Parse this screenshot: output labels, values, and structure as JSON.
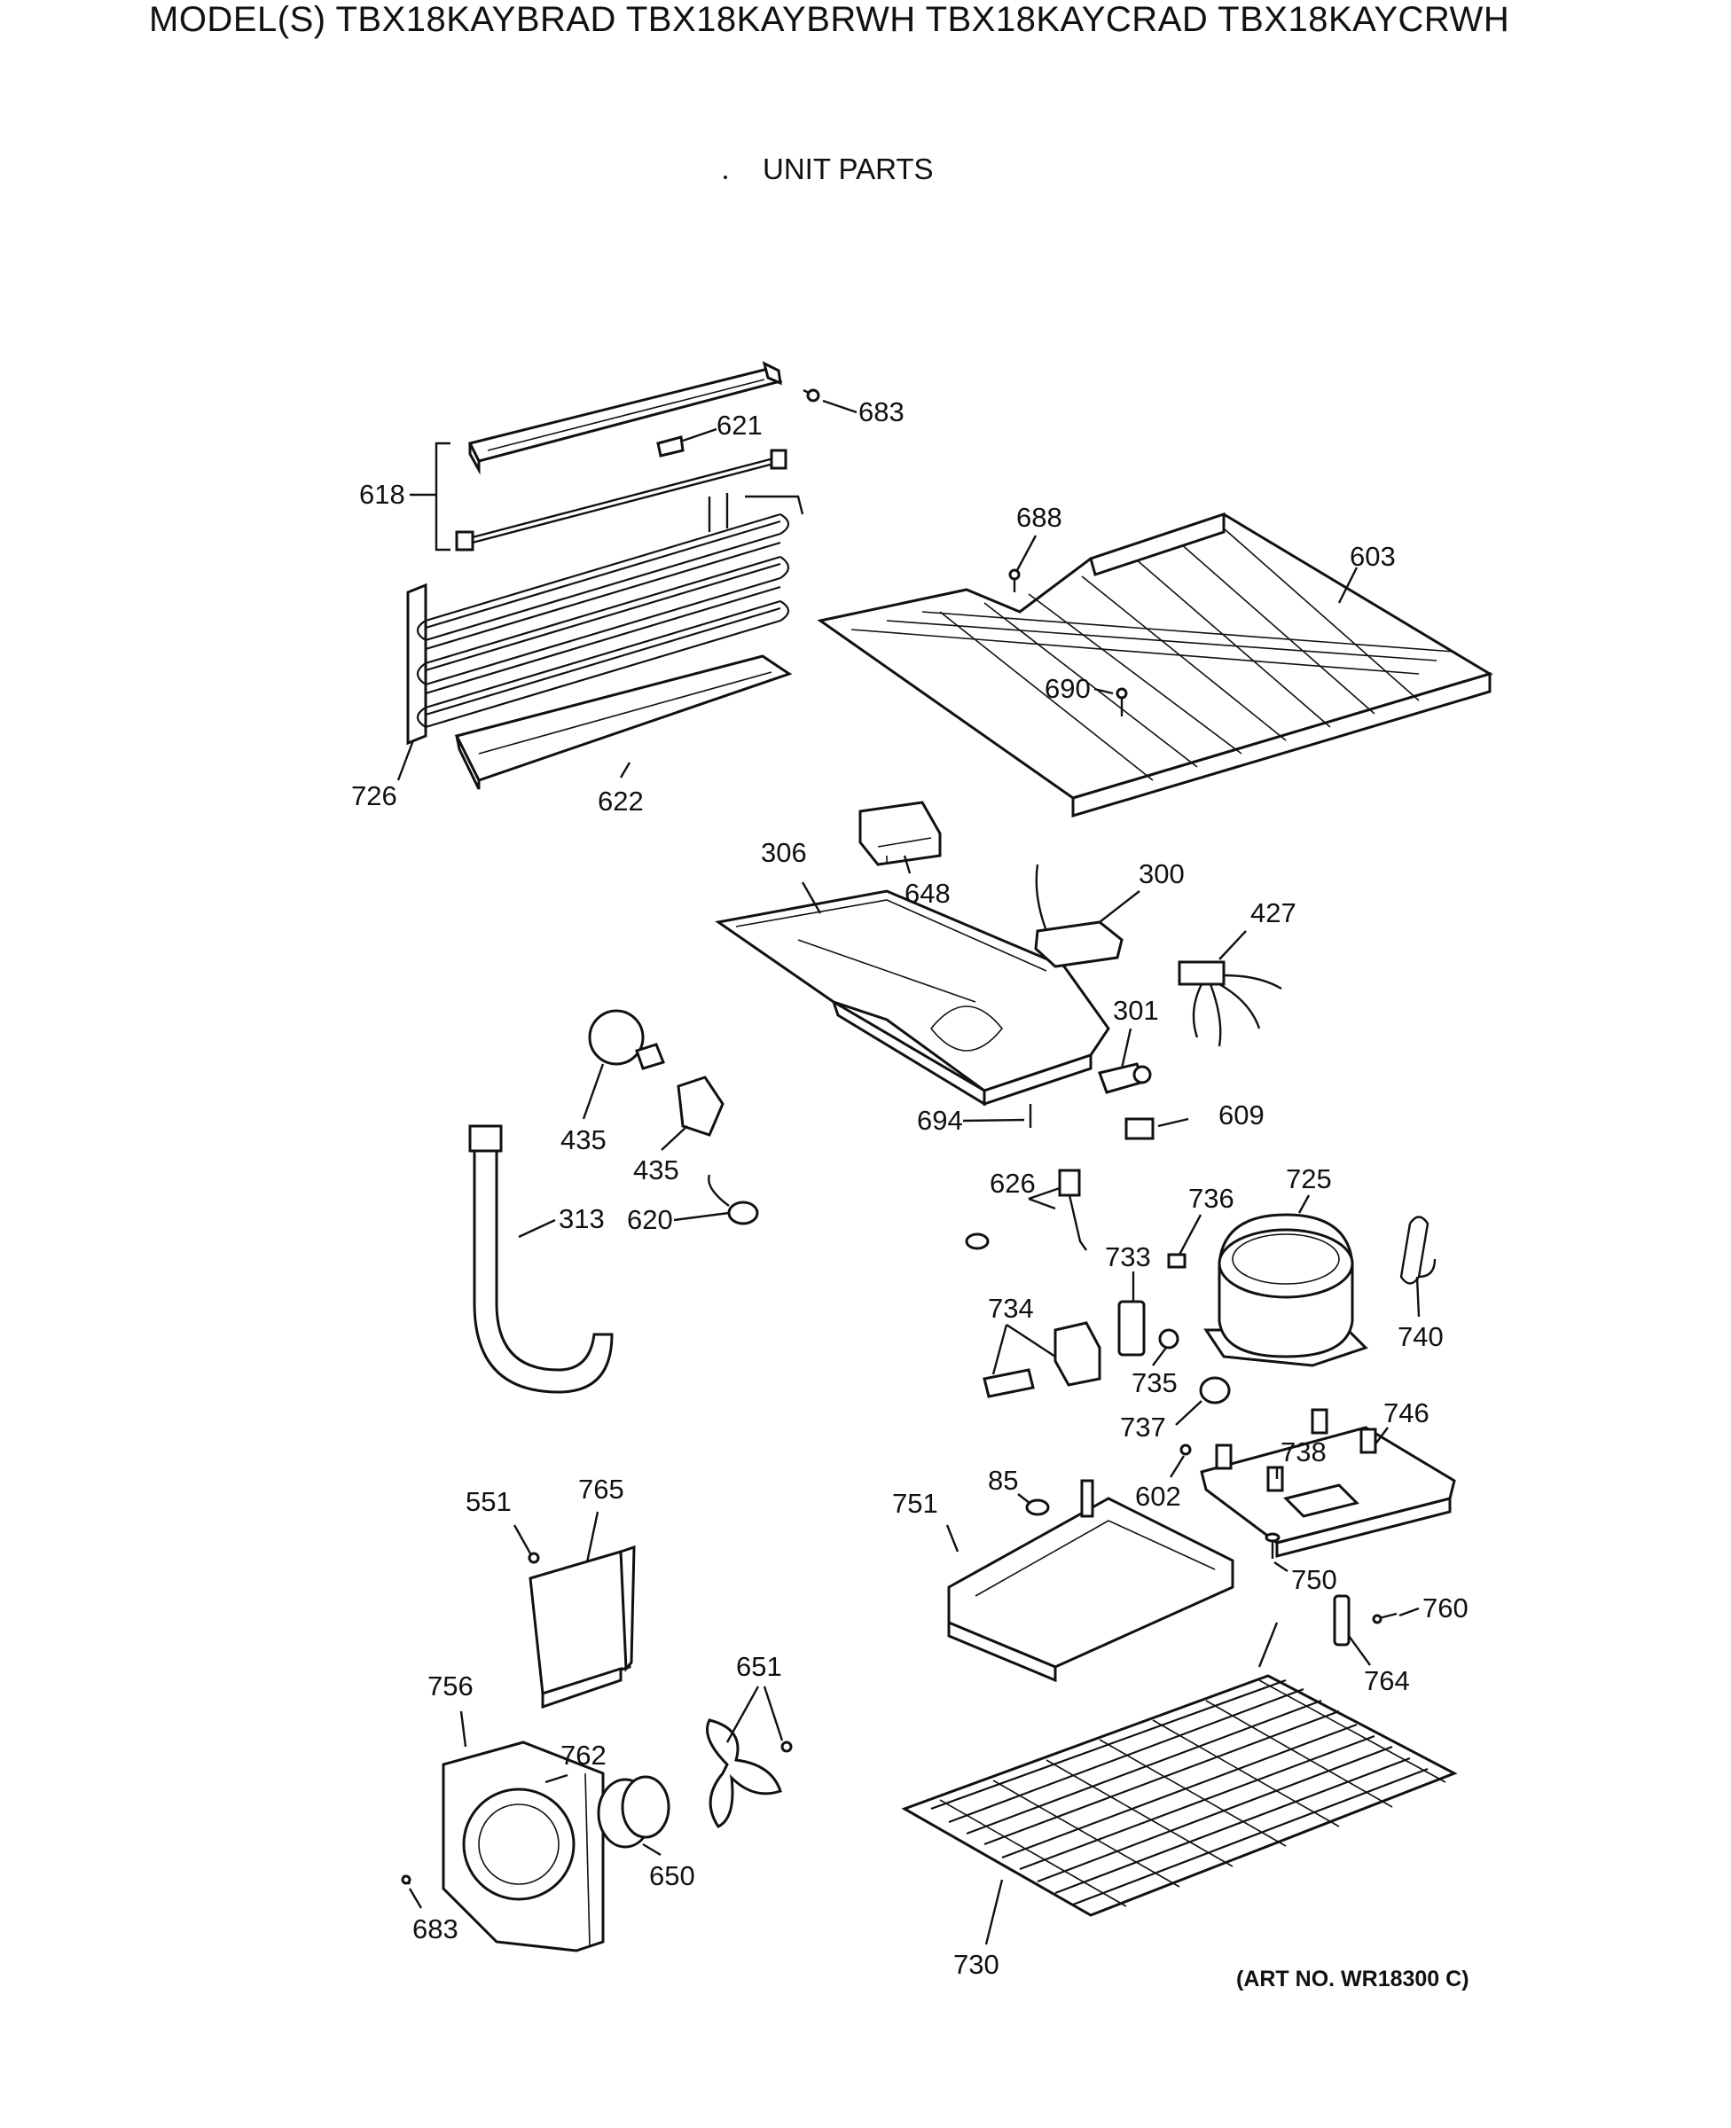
{
  "header": {
    "title": "MODEL(S) TBX18KAYBRAD  TBX18KAYBRWH  TBX18KAYCRAD  TBX18KAYCRWH",
    "subtitle": "UNIT PARTS"
  },
  "footer": {
    "art_number": "(ART NO. WR18300 C)"
  },
  "callouts": {
    "c683a": "683",
    "c621": "621",
    "c618": "618",
    "c688": "688",
    "c603": "603",
    "c690": "690",
    "c726": "726",
    "c622": "622",
    "c306": "306",
    "c648": "648",
    "c300": "300",
    "c427": "427",
    "c301": "301",
    "c694": "694",
    "c609": "609",
    "c435a": "435",
    "c435b": "435",
    "c313": "313",
    "c620": "620",
    "c626": "626",
    "c736": "736",
    "c725": "725",
    "c733": "733",
    "c734": "734",
    "c740": "740",
    "c735": "735",
    "c737": "737",
    "c746": "746",
    "c738": "738",
    "c602": "602",
    "c85": "85",
    "c751": "751",
    "c551": "551",
    "c765": "765",
    "c750": "750",
    "c760": "760",
    "c764": "764",
    "c651": "651",
    "c756": "756",
    "c762": "762",
    "c650": "650",
    "c683b": "683",
    "c730": "730"
  }
}
